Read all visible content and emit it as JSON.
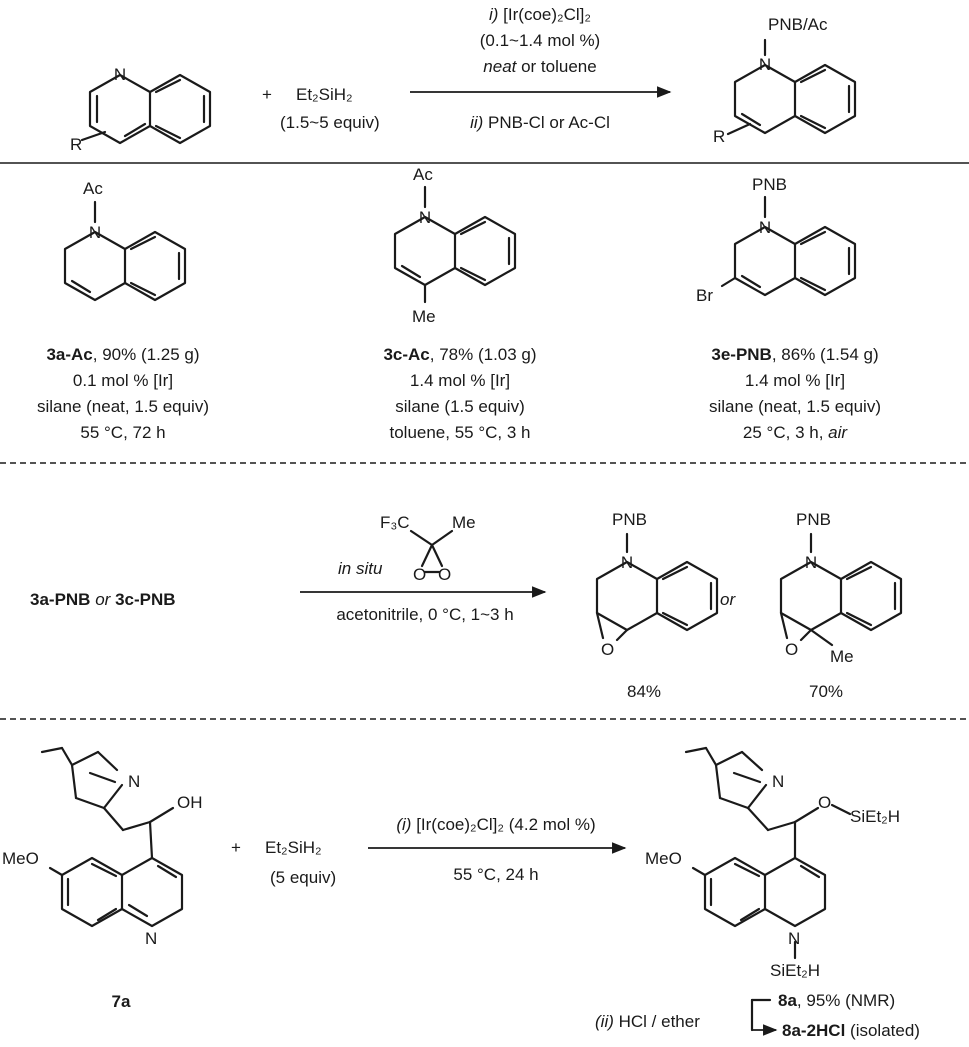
{
  "row1": {
    "reactant_substituent": "R",
    "reactant_N": "N",
    "plus": "+",
    "silane": "Et₂SiH₂",
    "silane_equiv": "(1.5~5 equiv)",
    "cond_i": "[Ir(coe)₂Cl]₂",
    "cond_i_prefix": "i)",
    "cond_loading": "(0.1~1.4 mol %)",
    "cond_solvent_italic": "neat",
    "cond_solvent_rest": " or toluene",
    "cond_ii_prefix": "ii)",
    "cond_ii": " PNB-Cl or Ac-Cl",
    "product_N": "N",
    "product_top": "PNB/Ac",
    "product_substituent": "R"
  },
  "row2": {
    "items": [
      {
        "top": "Ac",
        "N": "N",
        "sub": "",
        "name": "3a-Ac",
        "yield": ", 90% (1.25 g)",
        "l1": "0.1 mol % [Ir]",
        "l2": "silane (neat, 1.5 equiv)",
        "l3": "55 °C, 72 h",
        "l3_italic": ""
      },
      {
        "top": "Ac",
        "N": "N",
        "sub": "Me",
        "name": "3c-Ac",
        "yield": ", 78% (1.03 g)",
        "l1": "1.4 mol % [Ir]",
        "l2": "silane (1.5 equiv)",
        "l3": "toluene, 55 °C, 3 h",
        "l3_italic": ""
      },
      {
        "top": "PNB",
        "N": "N",
        "sub": "Br",
        "name": "3e-PNB",
        "yield": ", 86% (1.54 g)",
        "l1": "1.4 mol % [Ir]",
        "l2": "silane (neat, 1.5 equiv)",
        "l3": "25 °C, 3 h, ",
        "l3_italic": "air"
      }
    ]
  },
  "row3": {
    "reactant_a": "3a-PNB",
    "or1": "or",
    "reactant_b": "3c-PNB",
    "reagent_cf3": "F₃C",
    "reagent_me": "Me",
    "reagent_o1": "O",
    "reagent_o2": "O",
    "in_situ": "in situ",
    "condition": "acetonitrile, 0 °C, 1~3 h",
    "prod1_top": "PNB",
    "prod1_N": "N",
    "prod1_O": "O",
    "prod1_yield": "84%",
    "or2": "or",
    "prod2_top": "PNB",
    "prod2_N": "N",
    "prod2_O": "O",
    "prod2_me": "Me",
    "prod2_yield": "70%"
  },
  "row4": {
    "sm_N1": "N",
    "sm_OH": "OH",
    "sm_MeO": "MeO",
    "sm_N2": "N",
    "sm_label": "7a",
    "plus": "+",
    "silane": "Et₂SiH₂",
    "silane_equiv": "(5 equiv)",
    "cond_prefix": "(i)",
    "cond_cat": " [Ir(coe)₂Cl]₂ (4.2 mol %)",
    "cond_temp": "55 °C, 24 h",
    "prod_N1": "N",
    "prod_O": "O",
    "prod_si1": "SiEt₂H",
    "prod_MeO": "MeO",
    "prod_N2": "N",
    "prod_si2": "SiEt₂H",
    "step_ii_prefix": "(ii)",
    "step_ii": " HCl / ether",
    "res1_name": "8a",
    "res1_rest": ", 95% (NMR)",
    "res2_name": "8a-2HCl",
    "res2_rest": " (isolated)"
  }
}
